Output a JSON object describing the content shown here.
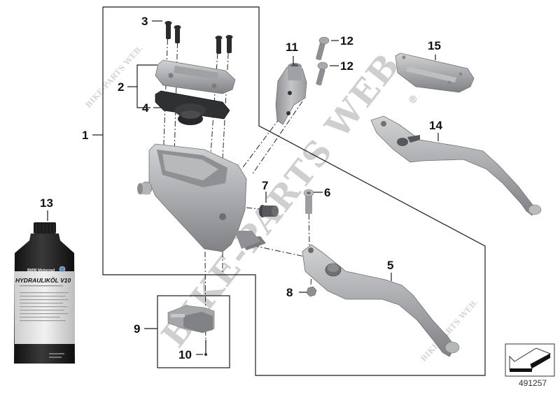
{
  "diagram": {
    "title": "Clutch master cylinder assembly exploded view",
    "figure_number": "491257",
    "watermark": {
      "large": "BIKE-PARTS WEB",
      "small": "BIKE-PARTS WEB.",
      "registered_mark": "®"
    },
    "callouts": [
      {
        "id": "1",
        "label": "1"
      },
      {
        "id": "2",
        "label": "2"
      },
      {
        "id": "3",
        "label": "3"
      },
      {
        "id": "4",
        "label": "4"
      },
      {
        "id": "5",
        "label": "5"
      },
      {
        "id": "6",
        "label": "6"
      },
      {
        "id": "7",
        "label": "7"
      },
      {
        "id": "8",
        "label": "8"
      },
      {
        "id": "9",
        "label": "9"
      },
      {
        "id": "10",
        "label": "10"
      },
      {
        "id": "11",
        "label": "11"
      },
      {
        "id": "12a",
        "label": "12"
      },
      {
        "id": "12b",
        "label": "12"
      },
      {
        "id": "13",
        "label": "13"
      },
      {
        "id": "14",
        "label": "14"
      },
      {
        "id": "15",
        "label": "15"
      }
    ],
    "bottle": {
      "brand": "BMW Motorrad",
      "product": "HYDRAULIKÖL V10"
    },
    "colors": {
      "line": "#1a1a1a",
      "part_light": "#b9babc",
      "part_mid": "#9c9ea1",
      "part_dark": "#6f7174",
      "rubber": "#2b2c2e",
      "watermark": "#cfcfcf"
    }
  }
}
